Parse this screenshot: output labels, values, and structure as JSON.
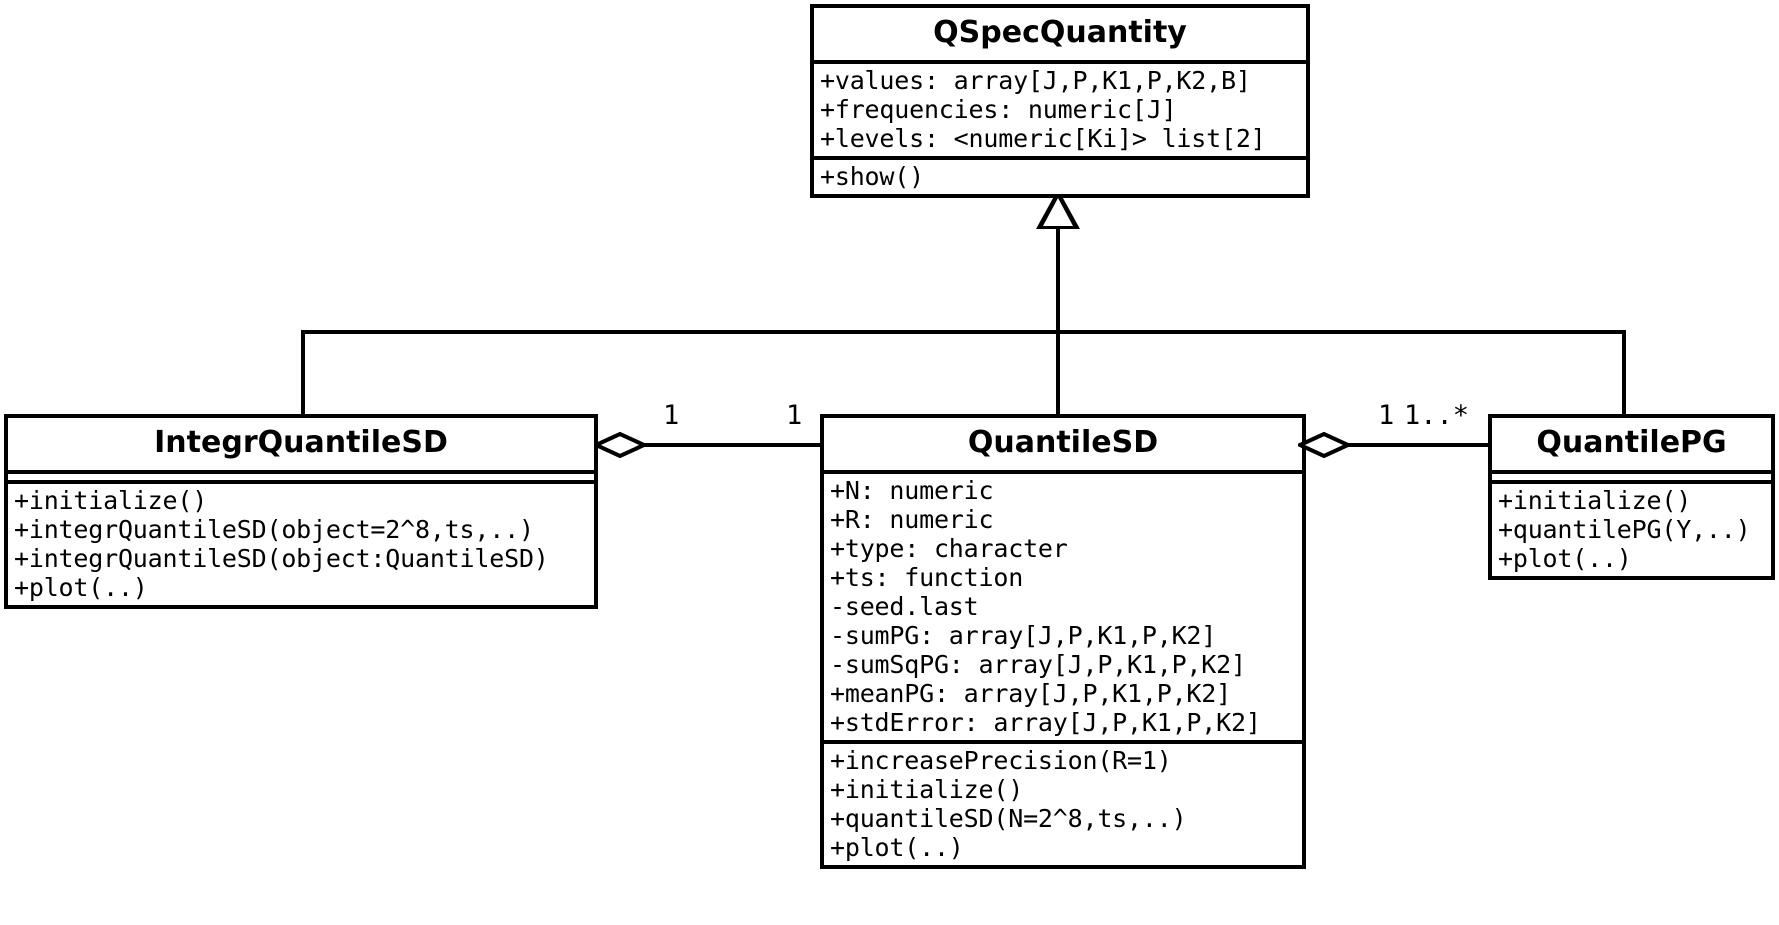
{
  "diagram": {
    "kind": "uml-class-diagram",
    "background_color": "#ffffff",
    "stroke_color": "#000000"
  },
  "classes": {
    "qspecquantity": {
      "name": "QSpecQuantity",
      "attributes": [
        "+values: array[J,P,K1,P,K2,B]",
        "+frequencies: numeric[J]",
        "+levels: <numeric[Ki]> list[2]"
      ],
      "methods": [
        "+show()"
      ]
    },
    "integrquantilesd": {
      "name": "IntegrQuantileSD",
      "attributes": [],
      "methods": [
        "+initialize()",
        "+integrQuantileSD(object=2^8,ts,..)",
        "+integrQuantileSD(object:QuantileSD)",
        "+plot(..)"
      ]
    },
    "quantilesd": {
      "name": "QuantileSD",
      "attributes": [
        "+N: numeric",
        "+R: numeric",
        "+type: character",
        "+ts: function",
        "-seed.last",
        "-sumPG: array[J,P,K1,P,K2]",
        "-sumSqPG: array[J,P,K1,P,K2]",
        "+meanPG: array[J,P,K1,P,K2]",
        "+stdError: array[J,P,K1,P,K2]"
      ],
      "methods": [
        "+increasePrecision(R=1)",
        "+initialize()",
        "+quantileSD(N=2^8,ts,..)",
        "+plot(..)"
      ]
    },
    "quantilepg": {
      "name": "QuantilePG",
      "attributes": [],
      "methods": [
        "+initialize()",
        "+quantilePG(Y,..)",
        "+plot(..)"
      ]
    }
  },
  "relationships": {
    "generalization_integr": {
      "type": "generalization",
      "from": "IntegrQuantileSD",
      "to": "QSpecQuantity"
    },
    "generalization_quantilesd": {
      "type": "generalization",
      "from": "QuantileSD",
      "to": "QSpecQuantity"
    },
    "generalization_quantilepg": {
      "type": "generalization",
      "from": "QuantilePG",
      "to": "QSpecQuantity"
    },
    "aggregation_left": {
      "type": "aggregation",
      "owner": "IntegrQuantileSD",
      "part": "QuantileSD",
      "multiplicity_owner": "1",
      "multiplicity_part": "1"
    },
    "aggregation_right": {
      "type": "aggregation",
      "owner": "QuantileSD",
      "part": "QuantilePG",
      "multiplicity_owner": "1",
      "multiplicity_part": "1..*"
    }
  }
}
